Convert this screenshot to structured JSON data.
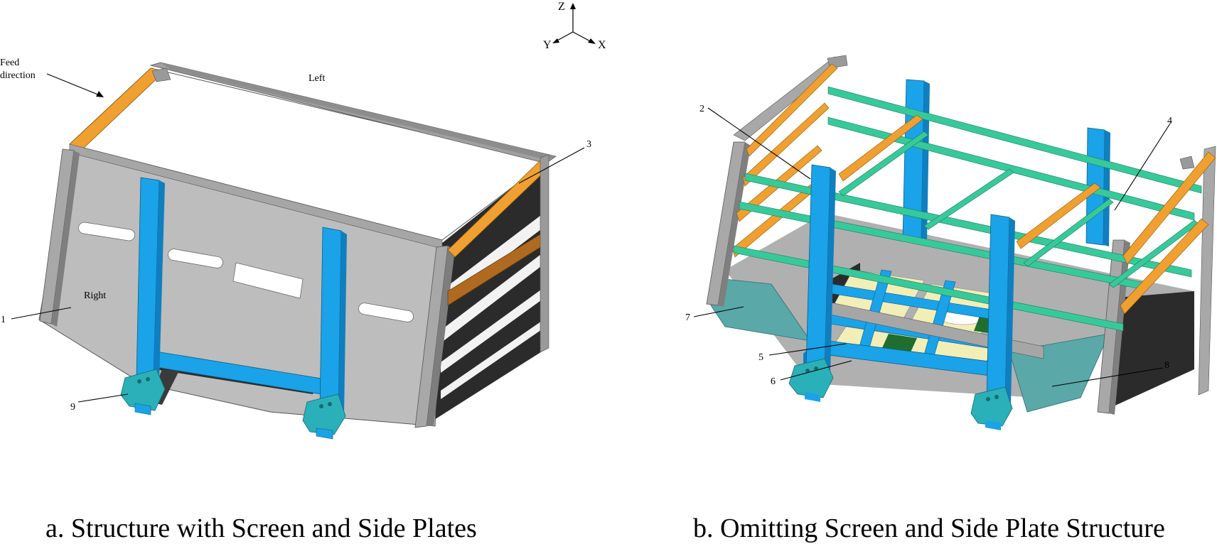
{
  "axes": {
    "z": "Z",
    "y": "Y",
    "x": "X"
  },
  "panel_a": {
    "feed_direction_line1": "Feed",
    "feed_direction_line2": "direction",
    "left_label": "Left",
    "right_label": "Right",
    "callouts": {
      "c1": "1",
      "c3": "3",
      "c9": "9"
    },
    "caption": "a. Structure with Screen and Side Plates"
  },
  "panel_b": {
    "callouts": {
      "c2": "2",
      "c4": "4",
      "c5": "5",
      "c6": "6",
      "c7": "7",
      "c8": "8"
    },
    "caption": "b. Omitting Screen and Side Plate Structure"
  },
  "colors": {
    "plate_gray": "#bdbdbd",
    "frame_gray": "#a6a6a6",
    "column_blue": "#1aa3e8",
    "beam_orange": "#f0a030",
    "rail_green": "#37c99a",
    "foot_teal": "#2ab0b8",
    "hopper_teal": "#5aa8a8",
    "liner_yellow": "#f2eeb8",
    "shadow_dark": "#2b2b2b"
  }
}
